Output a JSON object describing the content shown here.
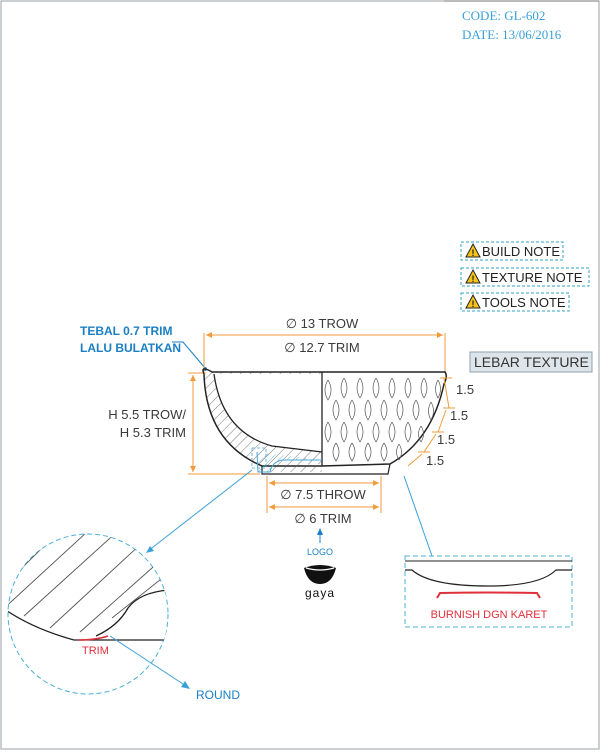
{
  "header": {
    "code": "CODE: GL-602",
    "date": "DATE: 13/06/2016"
  },
  "notes": [
    {
      "label": "BUILD NOTE",
      "icon": "warning-icon"
    },
    {
      "label": "TEXTURE NOTE",
      "icon": "warning-icon"
    },
    {
      "label": "TOOLS NOTE",
      "icon": "warning-icon"
    }
  ],
  "texture_button": "LEBAR TEXTURE",
  "callout_wall": [
    "TEBAL 0.7 TRIM",
    "LALU BULATKAN"
  ],
  "dims": {
    "dia_top_throw": "∅ 13 TROW",
    "dia_top_trim": "∅ 12.7 TRIM",
    "height": [
      "H 5.5 TROW/",
      "H 5.3 TRIM"
    ],
    "dia_foot_throw": "∅ 7.5 THROW",
    "dia_foot_trim": "∅ 6 TRIM",
    "texture_steps": [
      "1.5",
      "1.5",
      "1.5",
      "1.5"
    ]
  },
  "logo": {
    "label": "LOGO",
    "brand": "gaya"
  },
  "detail": {
    "trim": "TRIM",
    "round": "ROUND",
    "burnish": "BURNISH DGN KARET"
  },
  "colors": {
    "accent": "#3aa0d8",
    "dimension": "#f39a3c",
    "red": "#e0303a",
    "detail_box": "#4ab0d6"
  }
}
